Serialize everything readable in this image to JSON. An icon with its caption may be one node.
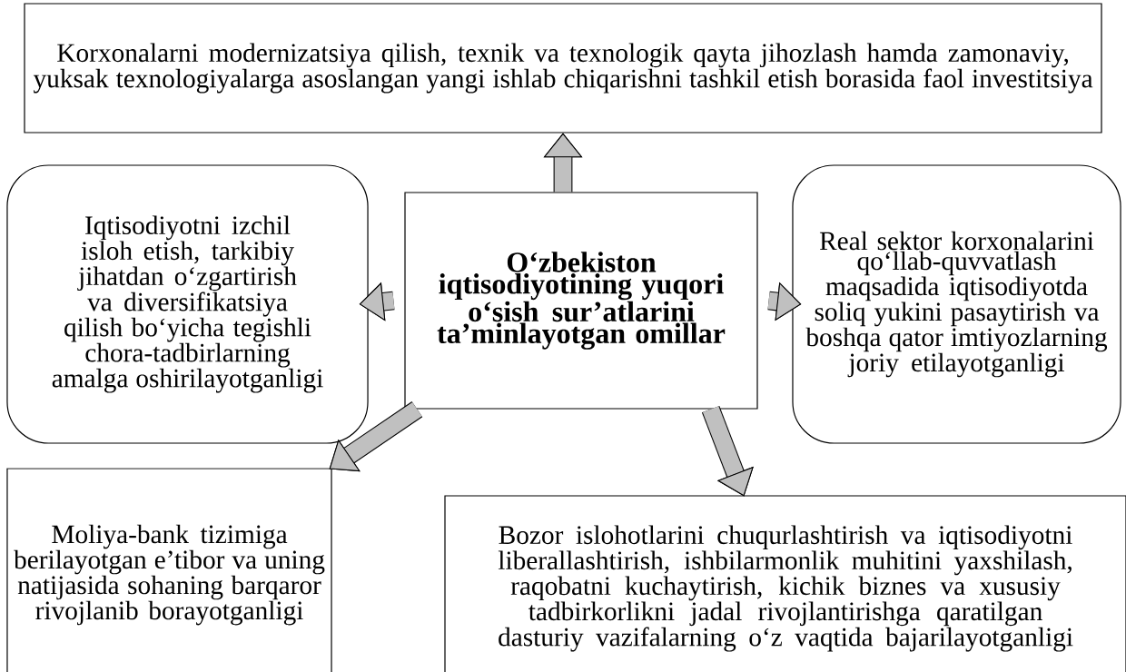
{
  "diagram": {
    "nodes": [
      {
        "text": [
          "Korxonalarni modernizatsiya qilish, texnik va texnologik qayta jihozlash hamda zamonaviy, yuksak texnologiyalarga asoslangan yangi ishlab chiqarishni tashkil etish borasida faol investitsiya"
        ]
      },
      {
        "text": [
          "Iqtisodiyotni izchil isloh etish, tarkibiy jihatdan o‘zgartirish va diversifikatsiya qilish bo‘yicha tegishli chora-tadbirlarning amalga oshirilayotganligi"
        ]
      },
      {
        "text": [
          "O‘zbekiston iqtisodiyotining yuqori o‘sish sur’atlarini ta’minlayotgan omillar"
        ]
      },
      {
        "text": [
          "Real sektor korxonalarini qo‘llab-quvvatlash maqsadida iqtisodiyotda soliq yukini pasaytirish va boshqa qator imtiyozlarning joriy etilayotganligi"
        ]
      },
      {
        "text": [
          "Moliya-bank tizimiga berilayotgan e’tibor va uning natijasida sohaning barqaror rivojlanib borayotganligi"
        ]
      },
      {
        "text": [
          "Bozor islohotlarini chuqurlashtirish va iqtisodiyotni liberallashtirish, ishbilarmonlik muhitini yaxshilash, raqobatni kuchaytirish, kichik biznes va xususiy tadbirkorlikni jadal rivojlantirishga qaratilgan dasturiy vazifalarning o‘z vaqtida bajarilayotganligi"
        ]
      }
    ],
    "edges": [
      {
        "from": 2,
        "to": 0,
        "arrow": "to"
      },
      {
        "from": 2,
        "to": 1,
        "arrow": "to"
      },
      {
        "from": 2,
        "to": 3,
        "arrow": "to"
      },
      {
        "from": 2,
        "to": 4,
        "arrow": "to"
      },
      {
        "from": 2,
        "to": 5,
        "arrow": "to"
      }
    ]
  }
}
